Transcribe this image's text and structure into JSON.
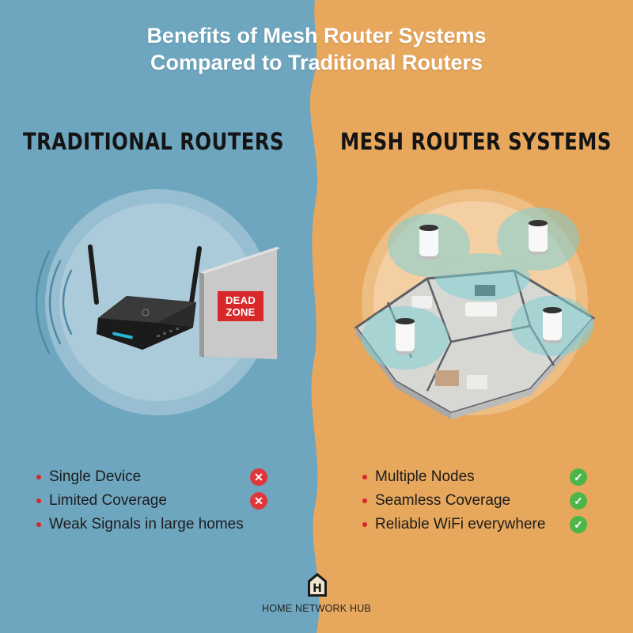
{
  "title": {
    "line1": "Benefits of Mesh Router Systems",
    "line2": "Compared to Traditional Routers"
  },
  "colors": {
    "left_bg": "#6ea6bf",
    "right_bg": "#e7a75c",
    "bullet": "#d8282a",
    "cross": "#e0373a",
    "check": "#4cb648"
  },
  "traditional": {
    "heading": "TRADITIONAL ROUTERS",
    "dead_zone": [
      "DEAD",
      "ZONE"
    ],
    "features": [
      {
        "text": "Single Device",
        "mark": "cross-icon"
      },
      {
        "text": "Limited Coverage",
        "mark": "cross-icon"
      },
      {
        "text": "Weak Signals in large homes",
        "mark": ""
      }
    ]
  },
  "mesh": {
    "heading": "MESH ROUTER SYSTEMS",
    "features": [
      {
        "text": "Multiple Nodes",
        "mark": "check-icon"
      },
      {
        "text": "Seamless Coverage",
        "mark": "check-icon"
      },
      {
        "text": "Reliable WiFi everywhere",
        "mark": "check-icon"
      }
    ]
  },
  "logo": {
    "icon_letter": "H",
    "text": "HOME NETWORK HUB"
  }
}
